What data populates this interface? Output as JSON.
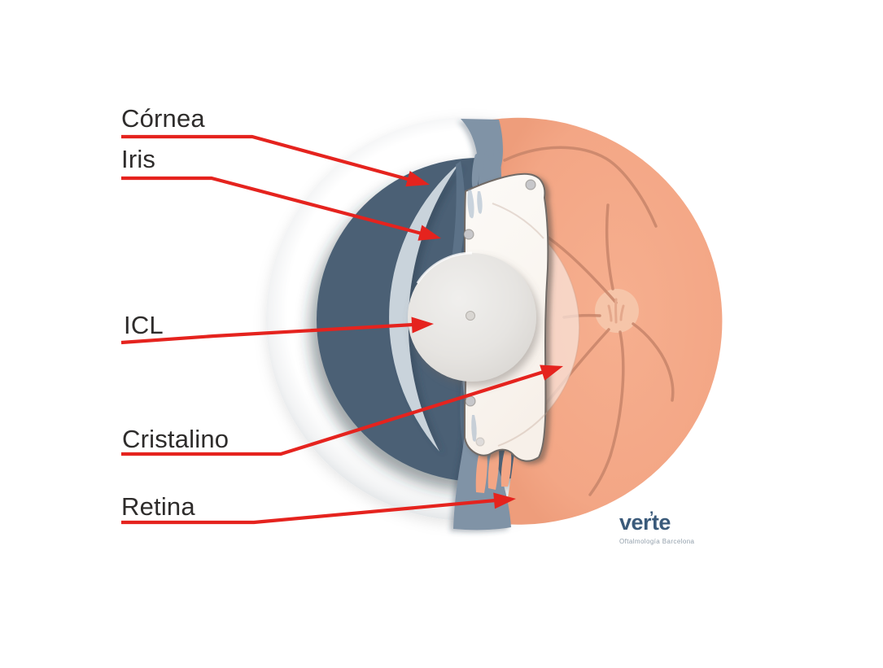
{
  "figure": {
    "type": "medical-diagram",
    "subject": "Eye cross-section with implanted ICL lens"
  },
  "labels": {
    "cornea": "Córnea",
    "iris": "Iris",
    "icl": "ICL",
    "cristalino": "Cristalino",
    "retina": "Retina"
  },
  "logo": {
    "brand_prefix": "ver",
    "dot": "’",
    "brand_suffix": "te",
    "tagline": "Oftalmología Barcelona"
  },
  "colors": {
    "background": "#ffffff",
    "label_text": "#2e2c2b",
    "leader_line": "#e5231e",
    "sclera": "#ffffff",
    "iris_dark": "#4c6175",
    "iris_fold": "#5d7389",
    "cornea_band": "#c9d3db",
    "ciliary_band": "#8093a6",
    "retina_fundus": "#f3a685",
    "optic_disc": "#f6c5a9",
    "vessels": "#c8856a",
    "cristalino_dome": "#f5cab6",
    "icl_plate": "#faf6f1",
    "icl_optic": "#e6e4e1",
    "logo_blue": "#3a5a7a"
  }
}
